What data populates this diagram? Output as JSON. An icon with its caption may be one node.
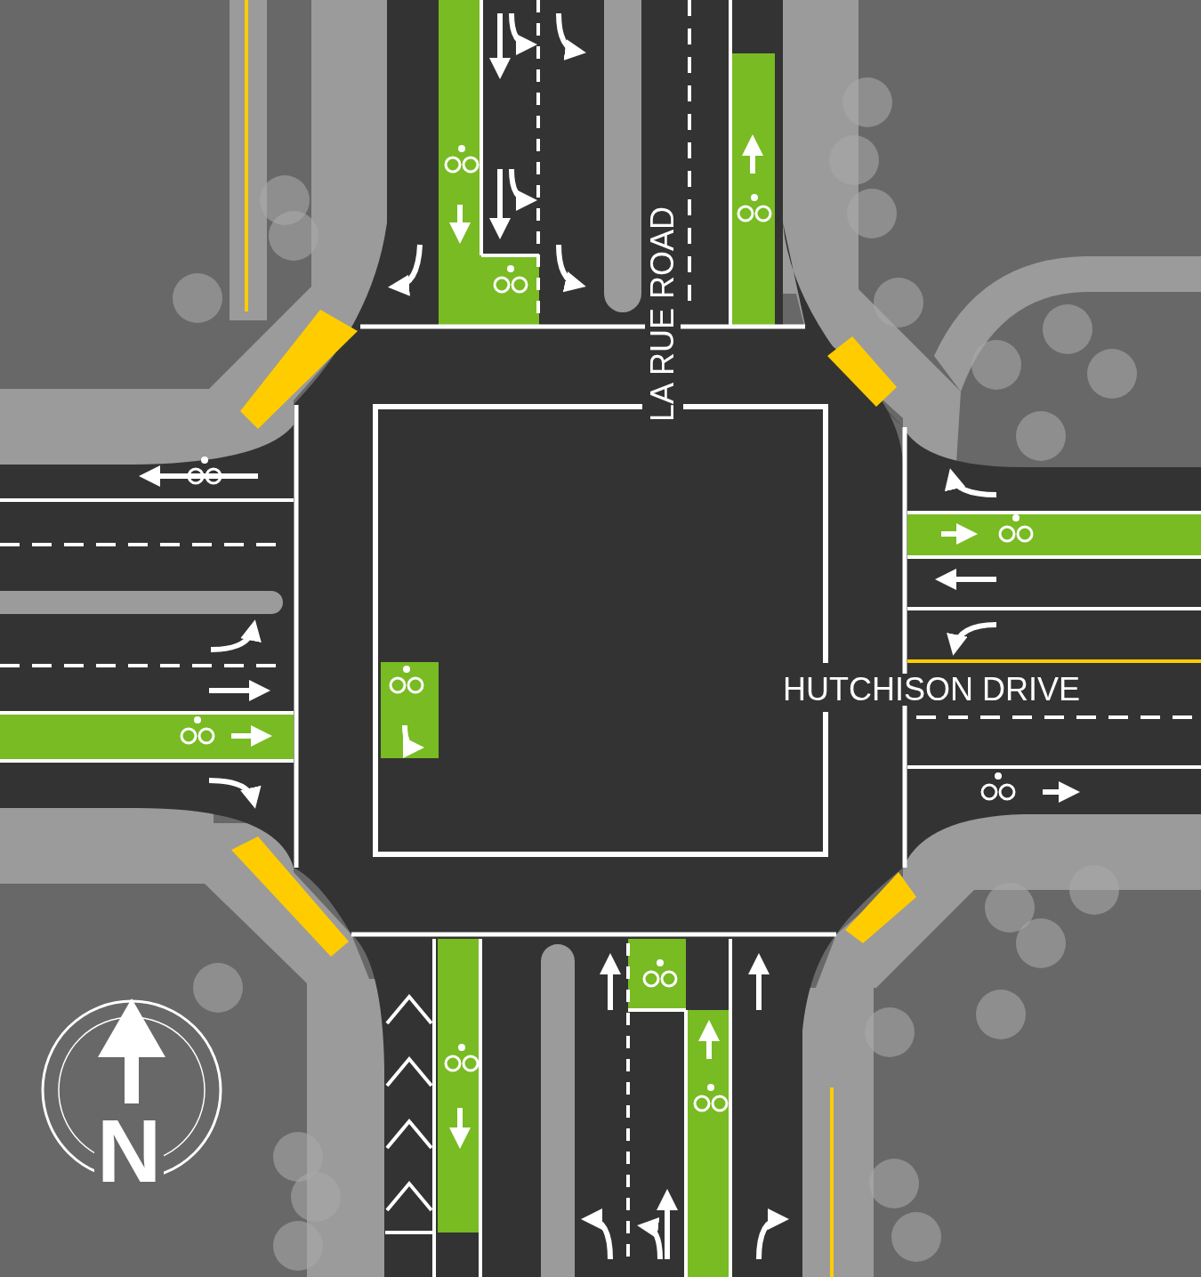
{
  "diagram": {
    "labels": [
      "LA RUE ROAD",
      "HUTCHISON DRIVE",
      "N"
    ]
  }
}
